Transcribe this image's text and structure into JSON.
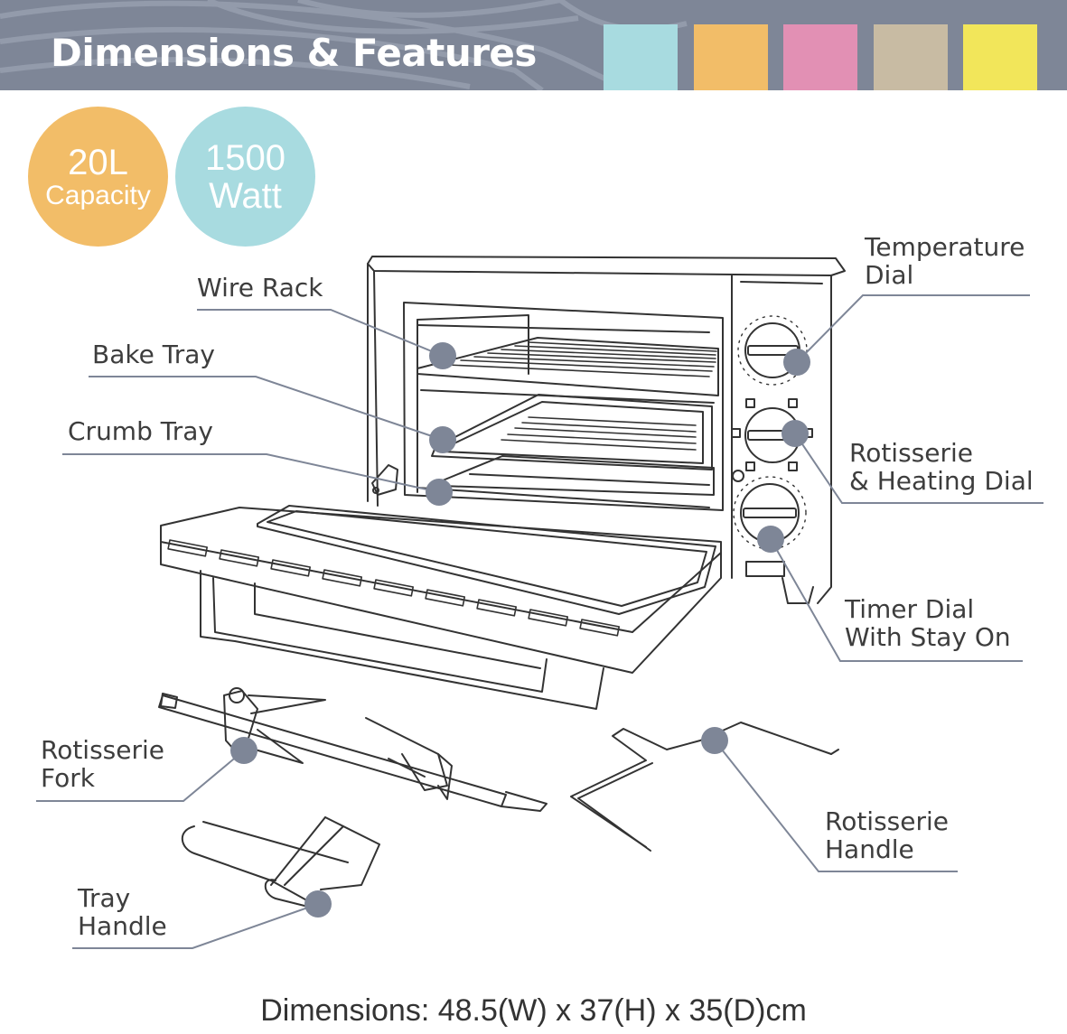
{
  "header": {
    "title": "Dimensions & Features",
    "bg_color": "#7e8697",
    "swatches": [
      "#a8dbe0",
      "#f2bd68",
      "#e290b4",
      "#c8bba3",
      "#f2e65a"
    ]
  },
  "badges": {
    "capacity": {
      "value": "20L",
      "label": "Capacity",
      "color": "#f2bd68"
    },
    "power": {
      "value": "1500",
      "label": "Watt",
      "color": "#a8dbe0"
    }
  },
  "labels": {
    "wire_rack": "Wire Rack",
    "bake_tray": "Bake Tray",
    "crumb_tray": "Crumb Tray",
    "temperature_dial": [
      "Temperature",
      "Dial"
    ],
    "rotisserie_heating_dial": [
      "Rotisserie",
      "& Heating Dial"
    ],
    "timer_dial": [
      "Timer Dial",
      "With Stay On"
    ],
    "rotisserie_fork": [
      "Rotisserie",
      "Fork"
    ],
    "rotisserie_handle": [
      "Rotisserie",
      "Handle"
    ],
    "tray_handle": [
      "Tray",
      "Handle"
    ]
  },
  "dimensions": "Dimensions: 48.5(W) x 37(H) x 35(D)cm",
  "marker_color": "#7e8697"
}
